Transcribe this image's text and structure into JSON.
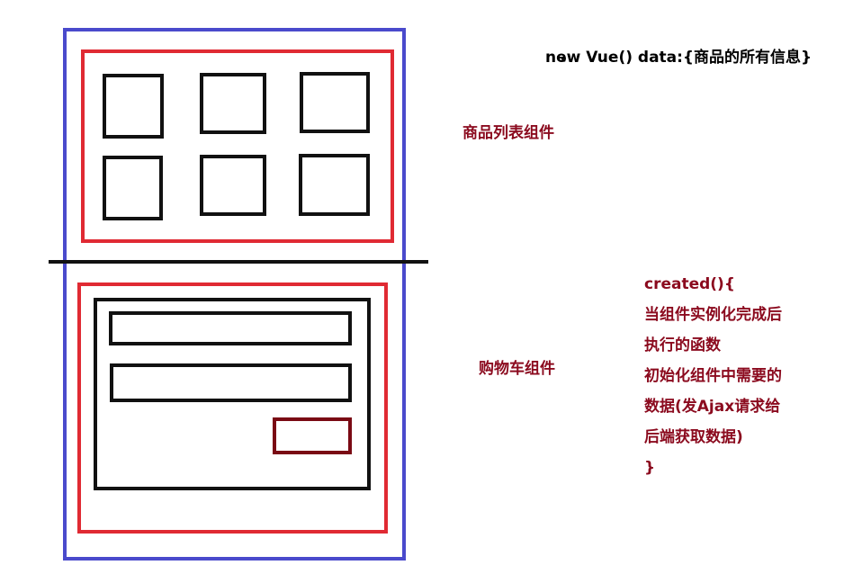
{
  "title": "new Vue() data:{商品的所有信息}",
  "labels": {
    "product_list": "商品列表组件",
    "cart": "购物车组件"
  },
  "code_lines": [
    "created(){",
    "当组件实例化完成后",
    "执行的函数",
    "初始化组件中需要的",
    "数据(发Ajax请求给",
    "后端获取数据)",
    "}"
  ],
  "colors": {
    "outer_border": "#4a4acc",
    "component_border": "#e02a33",
    "item_border": "#111111",
    "button_border": "#7a0a14",
    "label_text": "#8b0a1e"
  }
}
